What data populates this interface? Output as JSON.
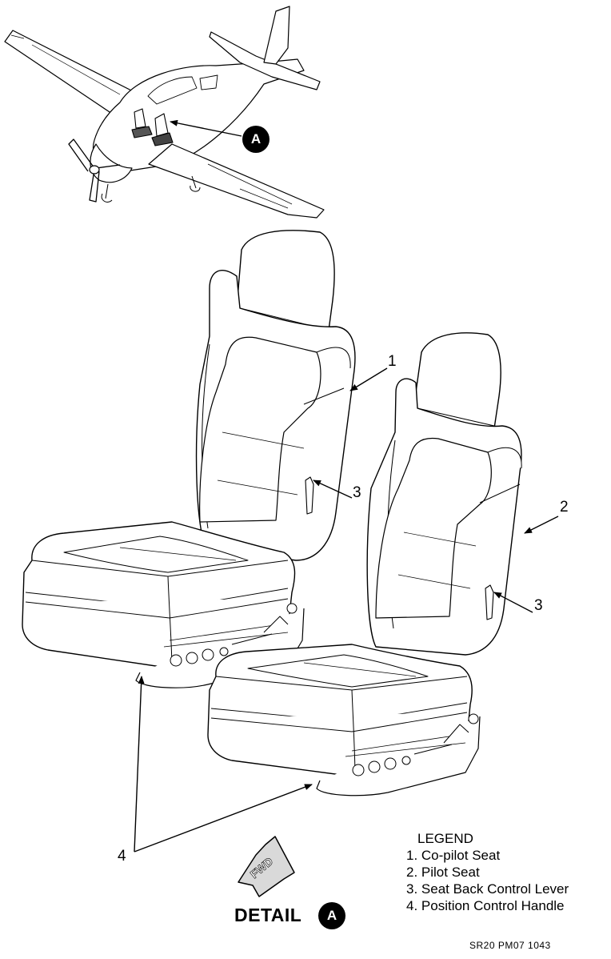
{
  "callouts": {
    "one": "1",
    "two": "2",
    "three_a": "3",
    "three_b": "3",
    "four": "4"
  },
  "detail_marker": "A",
  "fwd_label": "FWD",
  "legend": {
    "title": "LEGEND",
    "items": [
      "1. Co-pilot Seat",
      "2. Pilot Seat",
      "3. Seat Back Control Lever",
      "4. Position Control Handle"
    ]
  },
  "detail": {
    "label": "DETAIL",
    "marker": "A"
  },
  "figure_ref": "SR20 PM07 1043"
}
